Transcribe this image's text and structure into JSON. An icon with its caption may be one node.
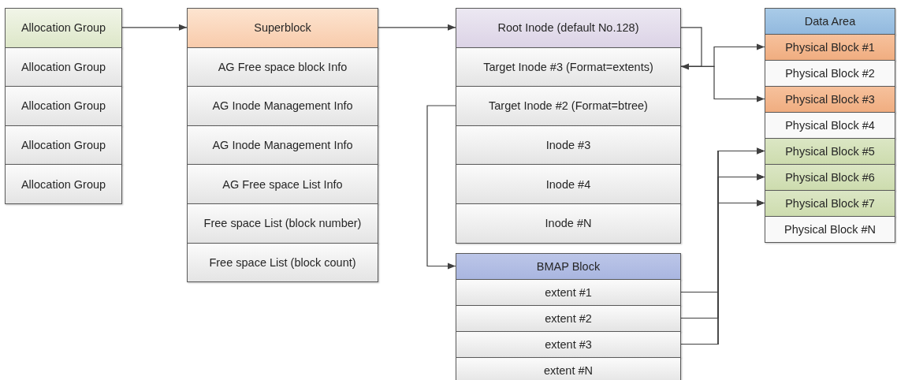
{
  "diagram": {
    "nodes": [
      {
        "text": [
          "Allocation Group"
        ]
      },
      {
        "text": [
          "Allocation Group"
        ]
      },
      {
        "text": [
          "Allocation Group"
        ]
      },
      {
        "text": [
          "Allocation Group"
        ]
      },
      {
        "text": [
          "Allocation Group"
        ]
      },
      {
        "text": [
          "Superblock"
        ]
      },
      {
        "text": [
          "AG Free space block Info"
        ]
      },
      {
        "text": [
          "AG Inode Management Info"
        ]
      },
      {
        "text": [
          "AG Inode Management Info"
        ]
      },
      {
        "text": [
          "AG Free space List Info"
        ]
      },
      {
        "text": [
          "Free space List (block number)"
        ]
      },
      {
        "text": [
          "Free space List (block count)"
        ]
      },
      {
        "text": [
          "Root Inode (default No.128)"
        ]
      },
      {
        "text": [
          "Target Inode #3 (Format=extents)"
        ]
      },
      {
        "text": [
          "Target Inode #2 (Format=btree)"
        ]
      },
      {
        "text": [
          "Inode #3"
        ]
      },
      {
        "text": [
          "Inode #4"
        ]
      },
      {
        "text": [
          "Inode #N"
        ]
      },
      {
        "text": [
          "BMAP Block"
        ]
      },
      {
        "text": [
          "extent #1"
        ]
      },
      {
        "text": [
          "extent #2"
        ]
      },
      {
        "text": [
          "extent #3"
        ]
      },
      {
        "text": [
          "extent #N"
        ]
      },
      {
        "text": [
          "Data Area"
        ]
      },
      {
        "text": [
          "Physical Block #1"
        ]
      },
      {
        "text": [
          "Physical Block #2"
        ]
      },
      {
        "text": [
          "Physical Block #3"
        ]
      },
      {
        "text": [
          "Physical Block #4"
        ]
      },
      {
        "text": [
          "Physical Block #5"
        ]
      },
      {
        "text": [
          "Physical Block #6"
        ]
      },
      {
        "text": [
          "Physical Block #7"
        ]
      },
      {
        "text": [
          "Physical Block #N"
        ]
      }
    ],
    "edges": [
      {
        "from": 0,
        "to": 5,
        "arrow": "to"
      },
      {
        "from": 5,
        "to": 12,
        "arrow": "to"
      },
      {
        "from": 12,
        "to": 13,
        "arrow": "to"
      },
      {
        "from": 13,
        "to": 24,
        "arrow": "to"
      },
      {
        "from": 13,
        "to": 26,
        "arrow": "to"
      },
      {
        "from": 14,
        "to": 18,
        "arrow": "to"
      },
      {
        "from": 19,
        "to": 28,
        "arrow": "to"
      },
      {
        "from": 19,
        "to": 29,
        "arrow": "to"
      },
      {
        "from": 19,
        "to": 30,
        "arrow": "to"
      },
      {
        "from": 20,
        "to": 28,
        "arrow": "to"
      },
      {
        "from": 20,
        "to": 29,
        "arrow": "to"
      },
      {
        "from": 20,
        "to": 30,
        "arrow": "to"
      },
      {
        "from": 21,
        "to": 28,
        "arrow": "to"
      },
      {
        "from": 21,
        "to": 29,
        "arrow": "to"
      },
      {
        "from": 21,
        "to": 30,
        "arrow": "to"
      }
    ]
  }
}
